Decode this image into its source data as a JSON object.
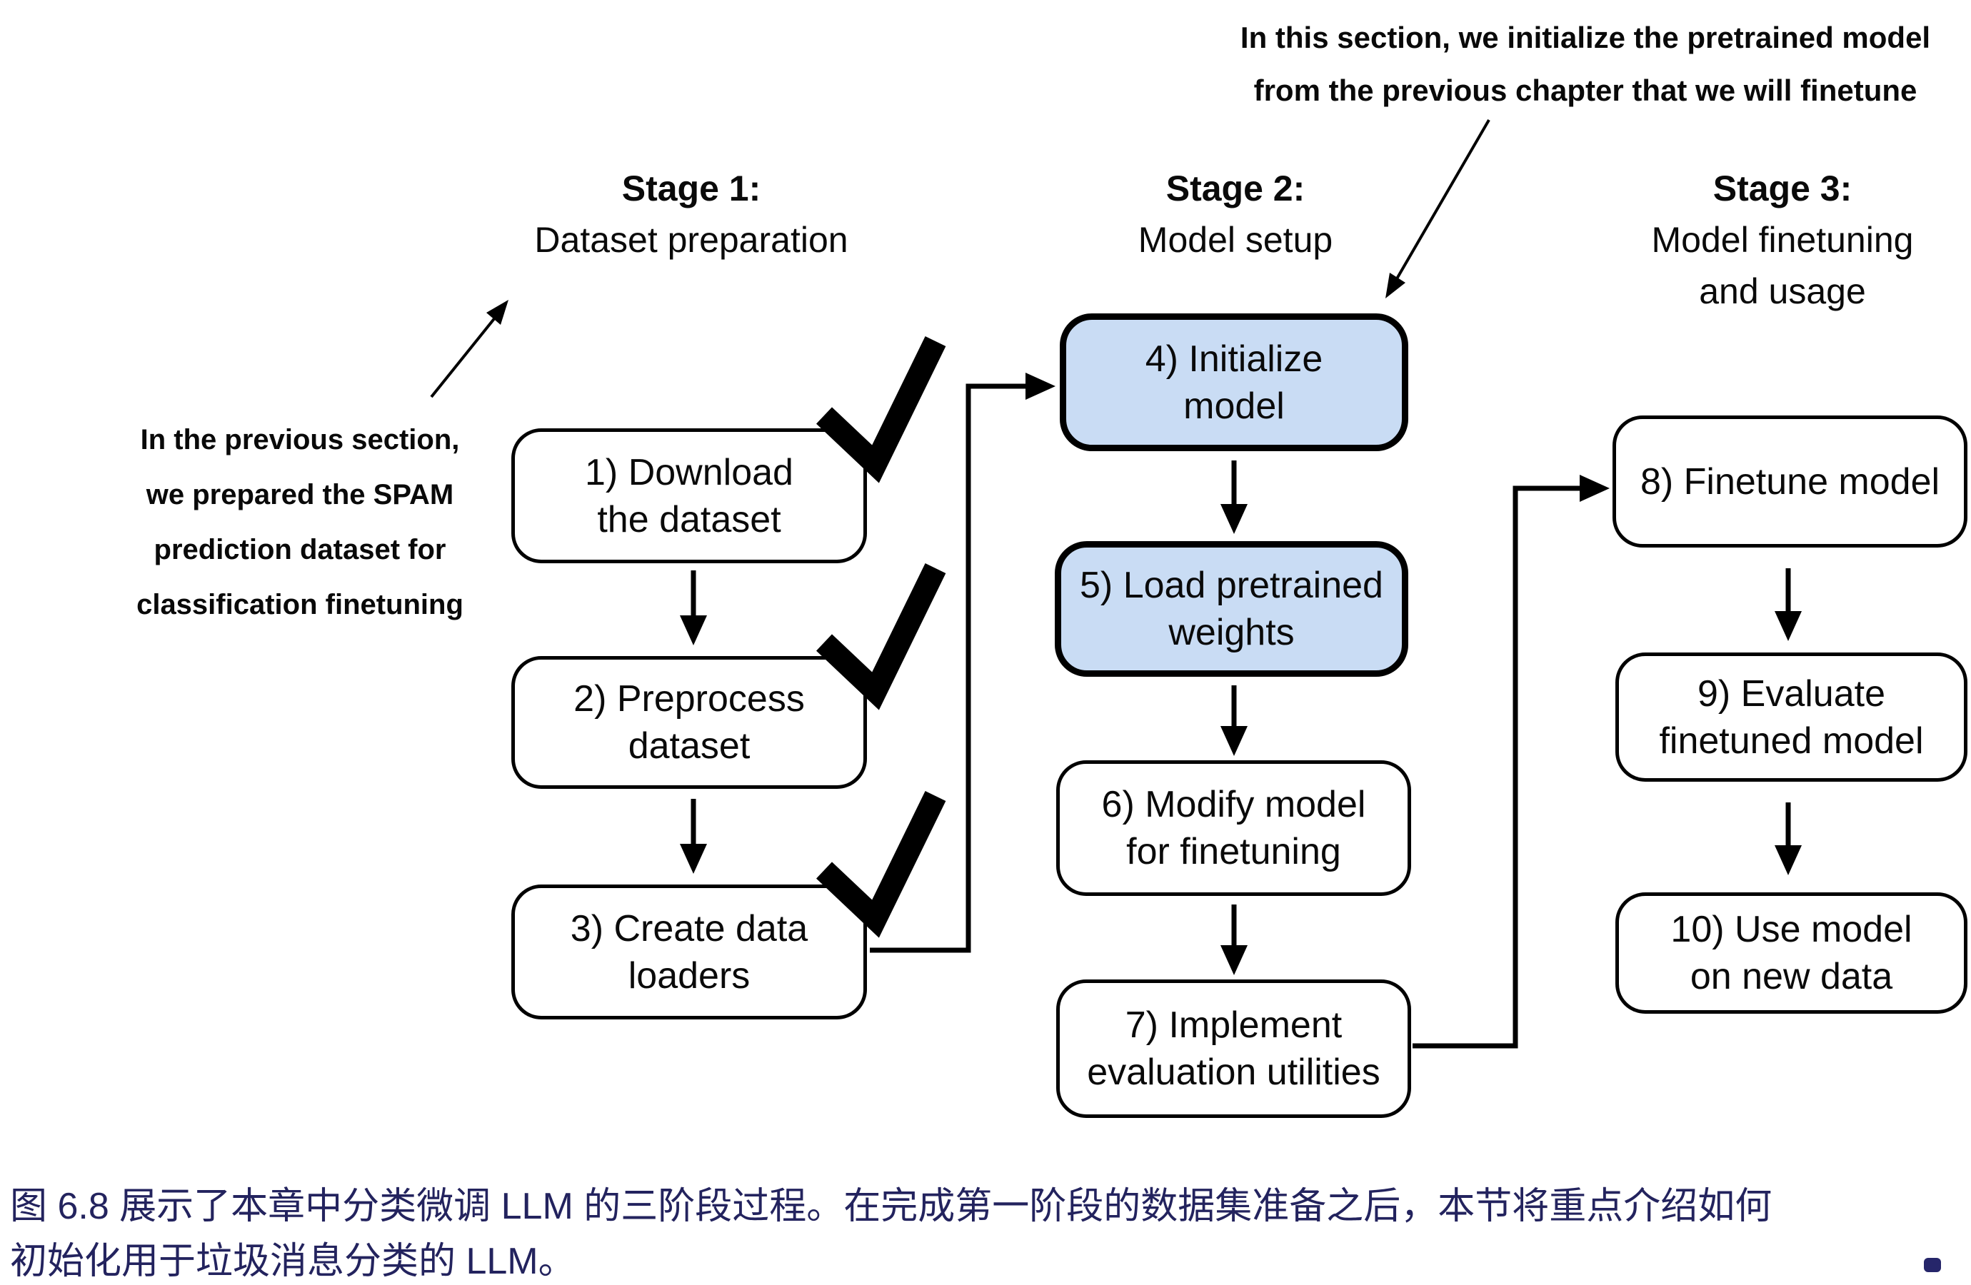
{
  "colors": {
    "background": "#ffffff",
    "box_fill": "#ffffff",
    "box_highlight_fill": "#c9dcf4",
    "line_color": "#000000",
    "caption_text": "#23235e"
  },
  "annotations": {
    "top": {
      "line1": "In this section, we initialize the pretrained model",
      "line2": "from the previous chapter that we will finetune"
    },
    "left": {
      "line1": "In the previous section,",
      "line2": "we prepared the SPAM",
      "line3": "prediction dataset for",
      "line4": "classification finetuning"
    }
  },
  "stages": {
    "stage1": {
      "title": "Stage 1:",
      "line2": "Dataset preparation",
      "line3": ""
    },
    "stage2": {
      "title": "Stage 2:",
      "line2": "Model setup",
      "line3": ""
    },
    "stage3": {
      "title": "Stage 3:",
      "line2": "Model finetuning",
      "line3": "and usage"
    }
  },
  "boxes": {
    "b1": {
      "line1": "1) Download",
      "line2": "the dataset"
    },
    "b2": {
      "line1": "2) Preprocess",
      "line2": "dataset"
    },
    "b3": {
      "line1": "3) Create data",
      "line2": "loaders"
    },
    "b4": {
      "line1": "4) Initialize",
      "line2": "model"
    },
    "b5": {
      "line1": "5) Load pretrained",
      "line2": "weights"
    },
    "b6": {
      "line1": "6) Modify model",
      "line2": "for finetuning"
    },
    "b7": {
      "line1": "7) Implement",
      "line2": "evaluation utilities"
    },
    "b8": {
      "line1": "8) Finetune model",
      "line2": ""
    },
    "b9": {
      "line1": "9) Evaluate",
      "line2": "finetuned model"
    },
    "b10": {
      "line1": "10) Use model",
      "line2": "on new data"
    }
  },
  "caption": {
    "line1": "图 6.8 展示了本章中分类微调 LLM 的三阶段过程。在完成第一阶段的数据集准备之后，本节将重点介绍如何",
    "line2": "初始化用于垃圾消息分类的 LLM。"
  }
}
